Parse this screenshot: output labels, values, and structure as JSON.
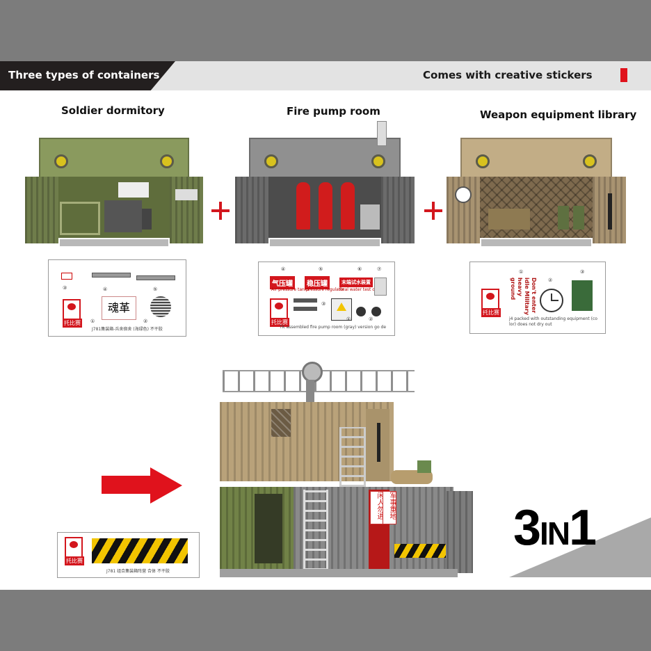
{
  "header": {
    "left_title": "Three types of containers",
    "right_title": "Comes with creative stickers"
  },
  "containers": [
    {
      "name": "Soldier dormitory",
      "color": "#6f7d4b"
    },
    {
      "name": "Fire pump room",
      "color": "#6b6b6b"
    },
    {
      "name": "Weapon equipment library",
      "color": "#a89371"
    }
  ],
  "stickers": {
    "dormitory": {
      "numbers": [
        "③",
        "④",
        "⑤",
        "①",
        "②"
      ],
      "brand": "托比赛",
      "calligraphy": "魂革",
      "note": "J781集装箱-兵舍宿舍 (海绿色) 不干胶"
    },
    "fire": {
      "numbers": [
        "④",
        "⑤",
        "⑥",
        "⑦",
        "③",
        "①",
        "②"
      ],
      "tag1": "气压罐",
      "tag1_sub": "Air pressure tanks",
      "tag2": "稳压罐",
      "tag2_sub": "pressure regulator",
      "tag3": "末端试水装置",
      "tag3_sub": "final water test device",
      "brand": "托比赛",
      "note": "TK assembled fire pump room (gray) version go de"
    },
    "weapon": {
      "numbers": [
        "①",
        "②",
        "③"
      ],
      "vertical_text": "Don't enter idle Military heavy ground",
      "brand": "托比赛",
      "note1": "j4 packed with outstanding equipment (co",
      "note2": "lor) does not dry out"
    },
    "combo": {
      "brand": "托比赛",
      "note": "J781 组合集装箱阵营 合体 不干胶"
    }
  },
  "build_signs": {
    "sign1": "闲人勿进",
    "sign2": "军事重地"
  },
  "badge": {
    "main": "3",
    "in": "IN",
    "end": "1"
  },
  "colors": {
    "accent": "#e0121c",
    "header_dark": "#231f1f",
    "band": "#7c7c7c"
  }
}
